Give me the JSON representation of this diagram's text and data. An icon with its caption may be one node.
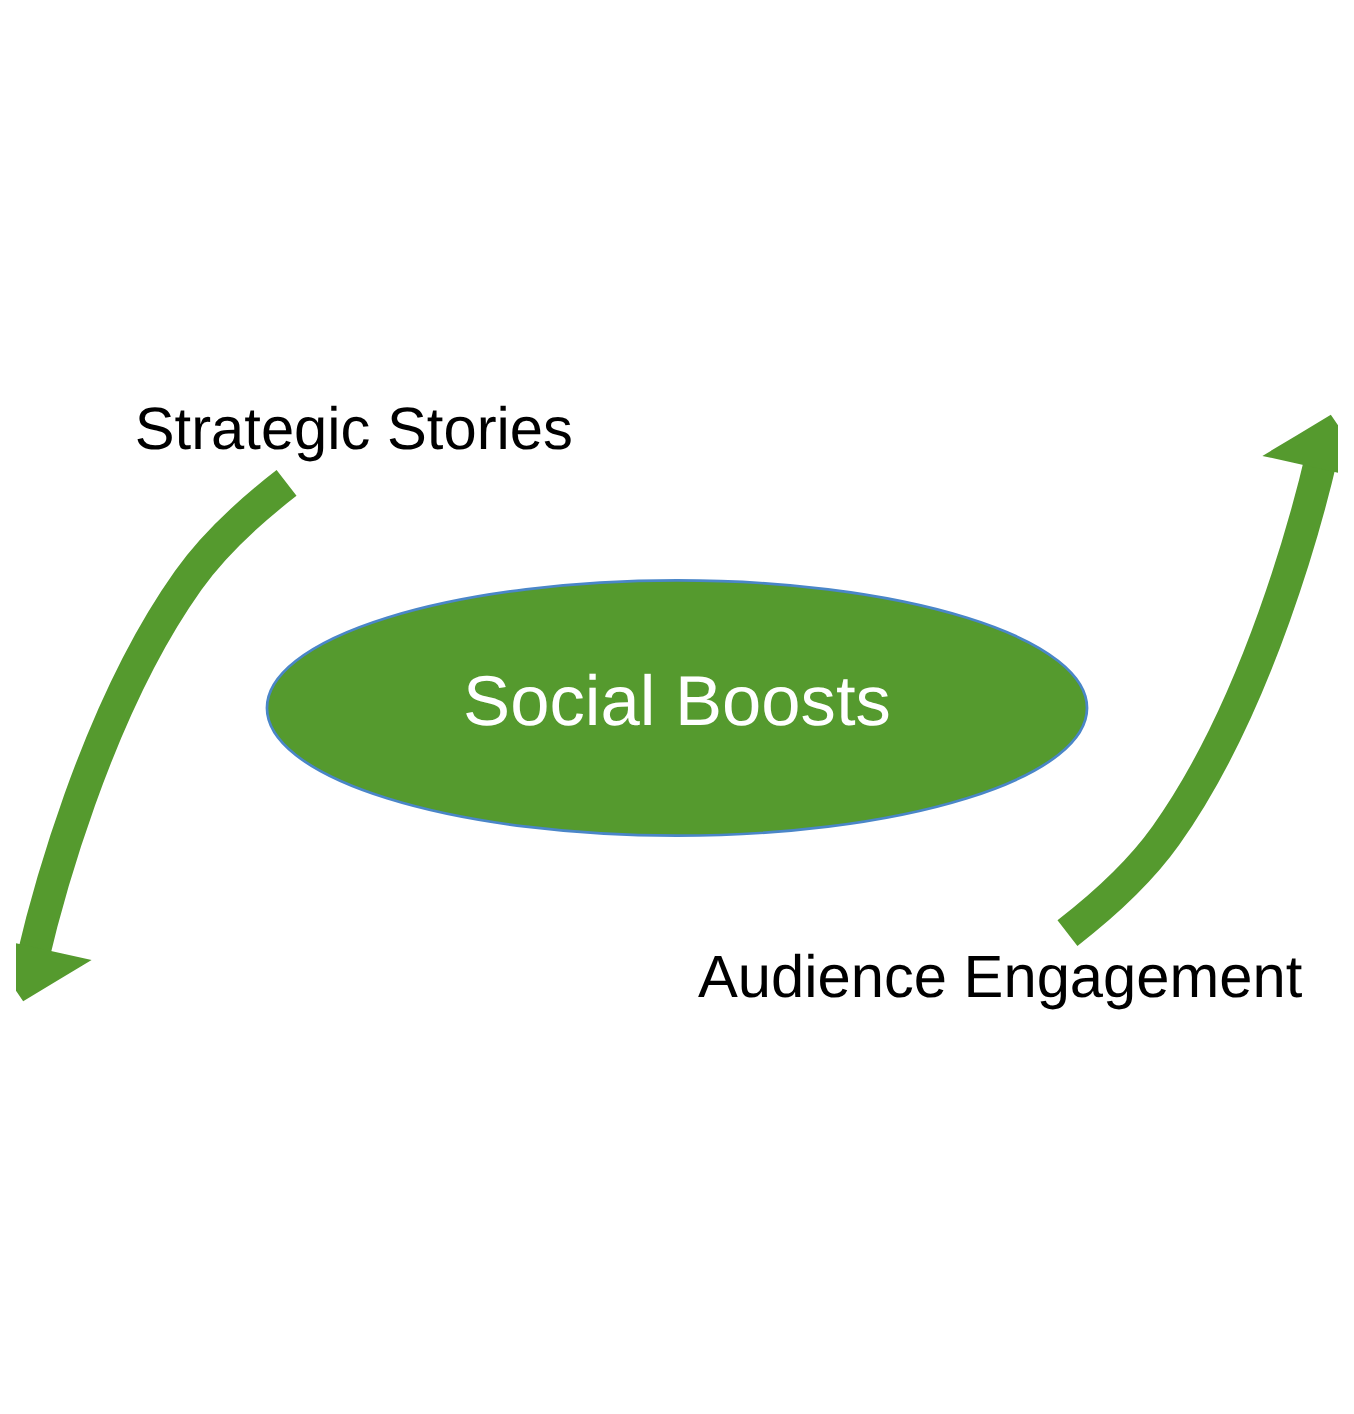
{
  "diagram": {
    "nodes": [
      {
        "text": [
          "Strategic Stories"
        ]
      },
      {
        "text": [
          "Social Boosts"
        ]
      },
      {
        "text": [
          "Audience Engagement"
        ]
      }
    ],
    "edges": [
      {
        "from": 0,
        "to": null,
        "arrow": "to"
      },
      {
        "from": 2,
        "to": null,
        "arrow": "to"
      }
    ]
  }
}
